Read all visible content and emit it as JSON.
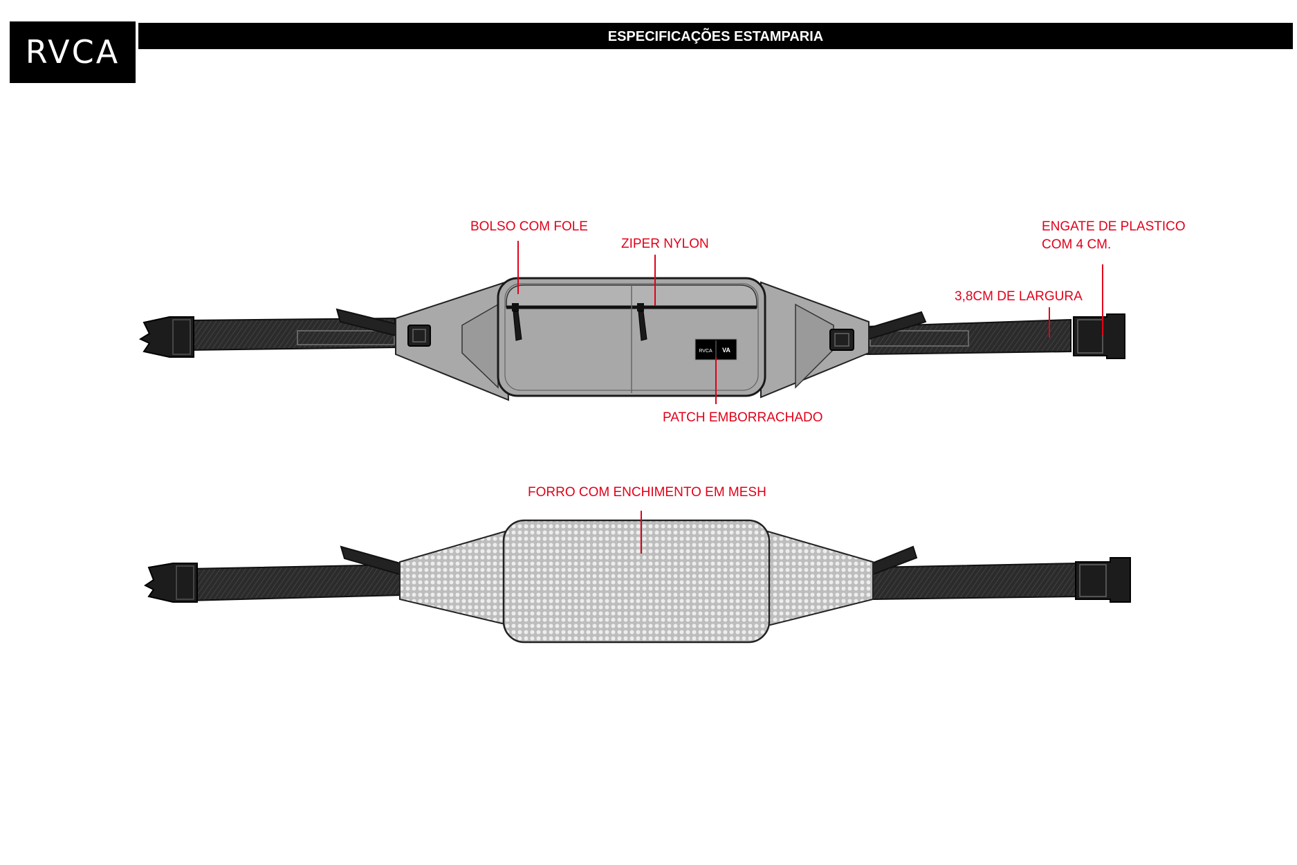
{
  "header": {
    "logo": "RVCA",
    "title": "ESPECIFICAÇÕES ESTAMPARIA"
  },
  "callouts": {
    "bolso": "BOLSO COM FOLE",
    "ziper": "ZIPER NYLON",
    "engate_line1": "ENGATE DE PLASTICO",
    "engate_line2": "COM 4 CM.",
    "largura": "3,8CM DE LARGURA",
    "patch": "PATCH EMBORRACHADO",
    "forro": "FORRO COM ENCHIMENTO EM MESH"
  },
  "patch_labels": {
    "left": "RVCA",
    "right": "VA"
  },
  "colors": {
    "callout": "#e1001a",
    "body_gray": "#a8a8a8",
    "strap": "#2a2a2a",
    "mesh": "#c8c8c8"
  }
}
